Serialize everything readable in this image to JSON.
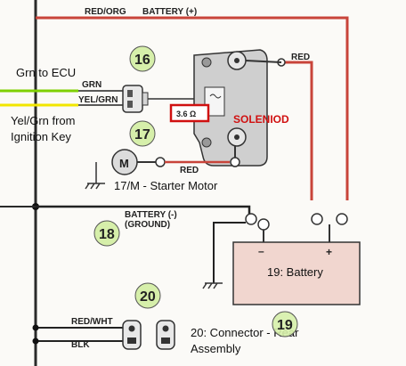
{
  "wires": {
    "top": "RED/ORG",
    "battery_pos": "BATTERY (+)",
    "solenoid_red": "RED",
    "starter_red": "RED",
    "grn": "GRN",
    "yel_grn": "YEL/GRN",
    "battery_neg": "BATTERY (-)",
    "ground": "(GROUND)",
    "red_wht": "RED/WHT",
    "blk": "BLK"
  },
  "callouts": {
    "n16": "16",
    "n17": "17",
    "n18": "18",
    "n19": "19",
    "n20": "20"
  },
  "annotations": {
    "grn_to_ecu": "Grn to ECU",
    "yel_grn_line1": "Yel/Grn from",
    "yel_grn_line2": "Ignition Key",
    "starter_motor": "17/M - Starter Motor",
    "connector_line1": "20: Connector - Rear",
    "connector_line2": "Assembly",
    "battery_box": "19: Battery",
    "solenoid": "SOLENIOD",
    "resistance": "3.6 Ω"
  },
  "components": {
    "motor_letter": "M",
    "plus": "+",
    "minus": "–"
  },
  "colors": {
    "red_wire": "#c8443a",
    "green_wire": "#7fd000",
    "yellow_wire": "#f2e600",
    "callout_fill": "#d6efaa",
    "battery_fill": "#f1d6cf",
    "highlight": "#d01010"
  }
}
